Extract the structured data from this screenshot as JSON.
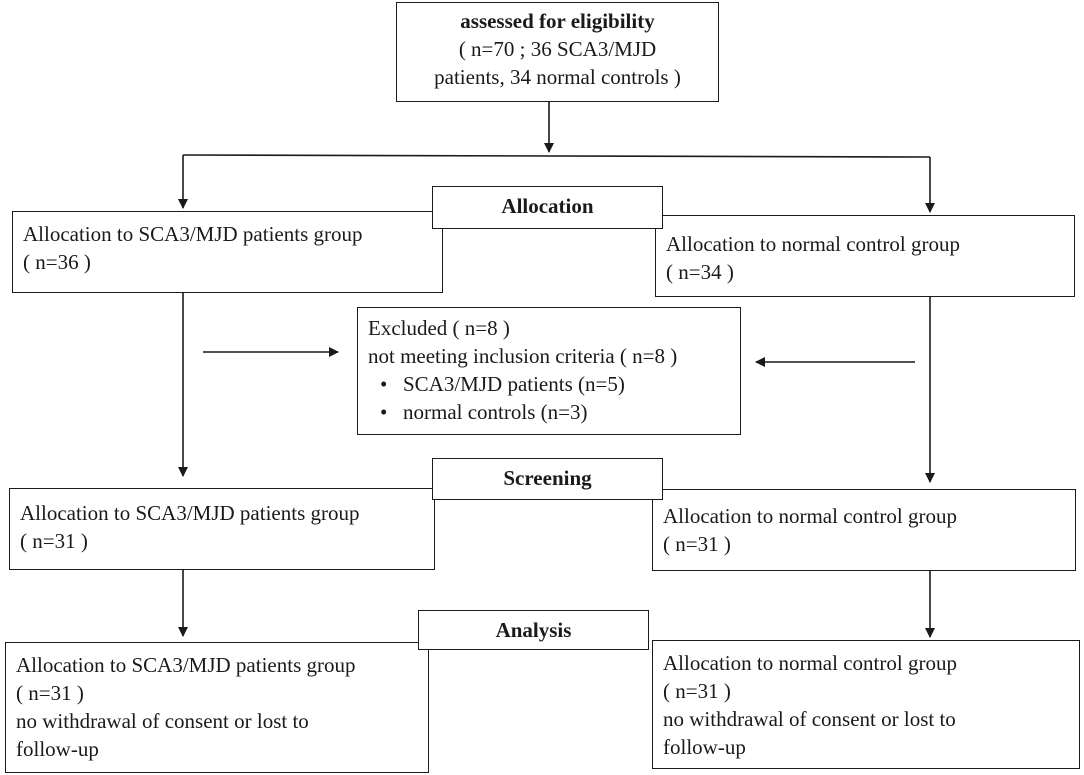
{
  "eligibility": {
    "title": "assessed for eligibility",
    "line1": "( n=70 ; 36 SCA3/MJD",
    "line2": "patients, 34 normal controls )"
  },
  "labels": {
    "allocation": "Allocation",
    "screening": "Screening",
    "analysis": "Analysis"
  },
  "allocation_stage": {
    "patients": {
      "title": "Allocation to SCA3/MJD patients group",
      "count": "( n=36 )"
    },
    "controls": {
      "title": "Allocation to normal control group",
      "count": "( n=34 )"
    }
  },
  "excluded": {
    "title": "Excluded ( n=8 )",
    "reason": "not meeting inclusion criteria ( n=8 )",
    "bullet_symbol": "•",
    "items": [
      "SCA3/MJD patients (n=5)",
      "normal controls (n=3)"
    ]
  },
  "screening_stage": {
    "patients": {
      "title": "Allocation to SCA3/MJD patients group",
      "count": "( n=31 )"
    },
    "controls": {
      "title": "Allocation to normal control group",
      "count": "( n=31 )"
    }
  },
  "analysis_stage": {
    "patients": {
      "title": "Allocation to SCA3/MJD patients group",
      "count": "( n=31 )",
      "note_line1": "no withdrawal of consent or lost to",
      "note_line2": "follow-up"
    },
    "controls": {
      "title": "Allocation to normal control group",
      "count": "( n=31 )",
      "note_line1": "no withdrawal of consent or lost to",
      "note_line2": "follow-up"
    }
  },
  "colors": {
    "stroke": "#1a1a1a",
    "background": "#ffffff"
  }
}
